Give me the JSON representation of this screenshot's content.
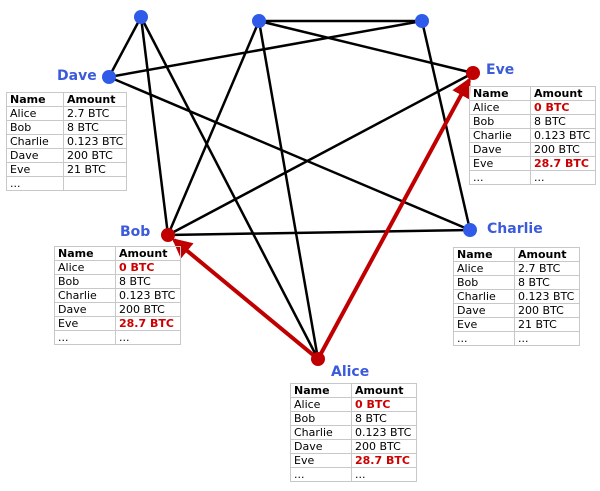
{
  "colors": {
    "edge": "#000000",
    "node_blue": "#2f5be8",
    "node_red": "#c00000",
    "arrow_red": "#c00000",
    "label_blue": "#3b5bdb",
    "highlight_red": "#cc0000"
  },
  "nodes": [
    {
      "id": "top-left",
      "label": "",
      "color": "blue"
    },
    {
      "id": "top-mid",
      "label": "",
      "color": "blue"
    },
    {
      "id": "top-right",
      "label": "",
      "color": "blue"
    },
    {
      "id": "dave",
      "label": "Dave",
      "color": "blue"
    },
    {
      "id": "eve",
      "label": "Eve",
      "color": "red"
    },
    {
      "id": "bob",
      "label": "Bob",
      "color": "red"
    },
    {
      "id": "charlie",
      "label": "Charlie",
      "color": "blue"
    },
    {
      "id": "alice",
      "label": "Alice",
      "color": "red"
    }
  ],
  "edges": [
    [
      "top-left",
      "dave"
    ],
    [
      "top-left",
      "bob"
    ],
    [
      "top-left",
      "alice"
    ],
    [
      "top-mid",
      "top-right"
    ],
    [
      "top-mid",
      "bob"
    ],
    [
      "top-mid",
      "alice"
    ],
    [
      "top-mid",
      "eve"
    ],
    [
      "top-right",
      "dave"
    ],
    [
      "top-right",
      "charlie"
    ],
    [
      "dave",
      "charlie"
    ],
    [
      "bob",
      "charlie"
    ],
    [
      "bob",
      "eve"
    ]
  ],
  "arrows": [
    [
      "alice",
      "bob"
    ],
    [
      "alice",
      "eve"
    ]
  ],
  "ledger_headers": [
    "Name",
    "Amount"
  ],
  "ledgers": {
    "dave": [
      {
        "name": "Alice",
        "amount": "2.7 BTC",
        "highlight": false
      },
      {
        "name": "Bob",
        "amount": "8 BTC",
        "highlight": false
      },
      {
        "name": "Charlie",
        "amount": "0.123 BTC",
        "highlight": false
      },
      {
        "name": "Dave",
        "amount": "200 BTC",
        "highlight": false
      },
      {
        "name": "Eve",
        "amount": "21 BTC",
        "highlight": false
      },
      {
        "name": "...",
        "amount": "",
        "highlight": false
      }
    ],
    "eve": [
      {
        "name": "Alice",
        "amount": "0 BTC",
        "highlight": true
      },
      {
        "name": "Bob",
        "amount": "8 BTC",
        "highlight": false
      },
      {
        "name": "Charlie",
        "amount": "0.123 BTC",
        "highlight": false
      },
      {
        "name": "Dave",
        "amount": "200 BTC",
        "highlight": false
      },
      {
        "name": "Eve",
        "amount": "28.7 BTC",
        "highlight": true
      },
      {
        "name": "...",
        "amount": "...",
        "highlight": false
      }
    ],
    "bob": [
      {
        "name": "Alice",
        "amount": "0 BTC",
        "highlight": true
      },
      {
        "name": "Bob",
        "amount": "8 BTC",
        "highlight": false
      },
      {
        "name": "Charlie",
        "amount": "0.123 BTC",
        "highlight": false
      },
      {
        "name": "Dave",
        "amount": "200 BTC",
        "highlight": false
      },
      {
        "name": "Eve",
        "amount": "28.7 BTC",
        "highlight": true
      },
      {
        "name": "...",
        "amount": "...",
        "highlight": false
      }
    ],
    "charlie": [
      {
        "name": "Alice",
        "amount": "2.7 BTC",
        "highlight": false
      },
      {
        "name": "Bob",
        "amount": "8 BTC",
        "highlight": false
      },
      {
        "name": "Charlie",
        "amount": "0.123 BTC",
        "highlight": false
      },
      {
        "name": "Dave",
        "amount": "200 BTC",
        "highlight": false
      },
      {
        "name": "Eve",
        "amount": "21 BTC",
        "highlight": false
      },
      {
        "name": "...",
        "amount": "...",
        "highlight": false
      }
    ],
    "alice": [
      {
        "name": "Alice",
        "amount": "0 BTC",
        "highlight": true
      },
      {
        "name": "Bob",
        "amount": "8 BTC",
        "highlight": false
      },
      {
        "name": "Charlie",
        "amount": "0.123 BTC",
        "highlight": false
      },
      {
        "name": "Dave",
        "amount": "200 BTC",
        "highlight": false
      },
      {
        "name": "Eve",
        "amount": "28.7 BTC",
        "highlight": true
      },
      {
        "name": "...",
        "amount": "...",
        "highlight": false
      }
    ]
  }
}
